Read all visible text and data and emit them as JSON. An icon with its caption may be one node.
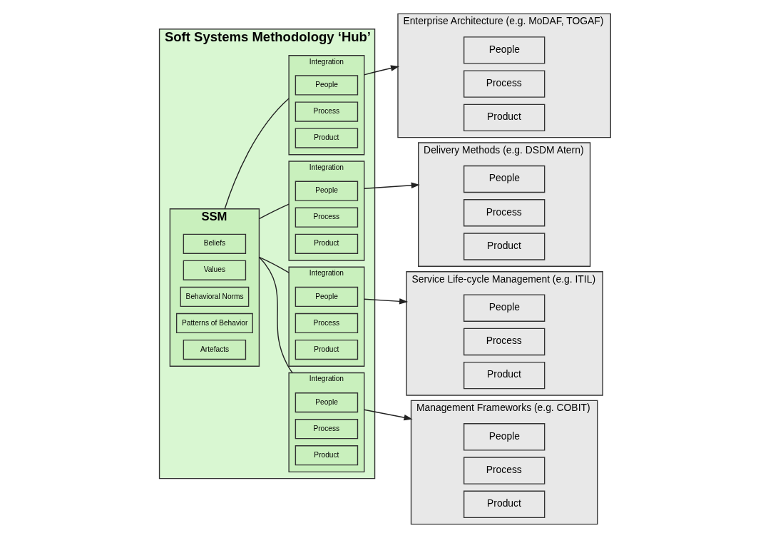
{
  "diagram": {
    "nodes": [
      {
        "text": [
          "Enterprise Architecture (e.g. MoDAF, TOGAF)"
        ]
      },
      {
        "text": [
          "People"
        ],
        "in": 0
      },
      {
        "text": [
          "Process"
        ],
        "in": 0
      },
      {
        "text": [
          "Product"
        ],
        "in": 0
      },
      {
        "text": [
          "Delivery Methods (e.g. DSDM Atern)"
        ]
      },
      {
        "text": [
          "People"
        ],
        "in": 4
      },
      {
        "text": [
          "Process"
        ],
        "in": 4
      },
      {
        "text": [
          "Product"
        ],
        "in": 4
      },
      {
        "text": [
          "Soft Systems Methodology ‘Hub’"
        ]
      },
      {
        "text": [
          "Integration"
        ],
        "in": 8
      },
      {
        "text": [
          "People"
        ],
        "in": 9
      },
      {
        "text": [
          "Process"
        ],
        "in": 9
      },
      {
        "text": [
          "Product"
        ],
        "in": 9
      },
      {
        "text": [
          "SSM"
        ],
        "in": 8
      },
      {
        "text": [
          "Beliefs"
        ],
        "in": 13
      },
      {
        "text": [
          "Values"
        ],
        "in": 13
      },
      {
        "text": [
          "Behavioral Norms"
        ],
        "in": 13
      },
      {
        "text": [
          "Patterns of Behavior"
        ],
        "in": 13
      },
      {
        "text": [
          "Artefacts"
        ],
        "in": 13
      },
      {
        "text": [
          "Integration"
        ],
        "in": 8
      },
      {
        "text": [
          "People"
        ],
        "in": 19
      },
      {
        "text": [
          "Process"
        ],
        "in": 19
      },
      {
        "text": [
          "Product"
        ],
        "in": 19
      },
      {
        "text": [
          "Service Life-cycle Management (e.g. ITIL)"
        ]
      },
      {
        "text": [
          "People"
        ],
        "in": 23
      },
      {
        "text": [
          "Process"
        ],
        "in": 23
      },
      {
        "text": [
          "Product"
        ],
        "in": 23
      },
      {
        "text": [
          "Integration"
        ],
        "in": 8
      },
      {
        "text": [
          "People"
        ],
        "in": 27
      },
      {
        "text": [
          "Process"
        ],
        "in": 27
      },
      {
        "text": [
          "Product"
        ],
        "in": 27
      },
      {
        "text": [
          "Integration"
        ],
        "in": 8
      },
      {
        "text": [
          "People"
        ],
        "in": 31
      },
      {
        "text": [
          "Process"
        ],
        "in": 31
      },
      {
        "text": [
          "Product"
        ],
        "in": 31
      },
      {
        "text": [
          "Management Frameworks (e.g. COBIT)"
        ]
      },
      {
        "text": [
          "People"
        ],
        "in": 35
      },
      {
        "text": [
          "Process"
        ],
        "in": 35
      },
      {
        "text": [
          "Product"
        ],
        "in": 35
      }
    ],
    "edges": [
      {
        "from": 13,
        "to": 9,
        "arrow": "none"
      },
      {
        "from": 13,
        "to": 19,
        "arrow": "none"
      },
      {
        "from": 13,
        "to": 27,
        "arrow": "none"
      },
      {
        "from": 13,
        "to": 31,
        "arrow": "none"
      },
      {
        "from": 9,
        "to": 0,
        "arrow": "to"
      },
      {
        "from": 19,
        "to": 4,
        "arrow": "to"
      },
      {
        "from": 27,
        "to": 23,
        "arrow": "to"
      },
      {
        "from": 31,
        "to": 35,
        "arrow": "to"
      }
    ]
  }
}
